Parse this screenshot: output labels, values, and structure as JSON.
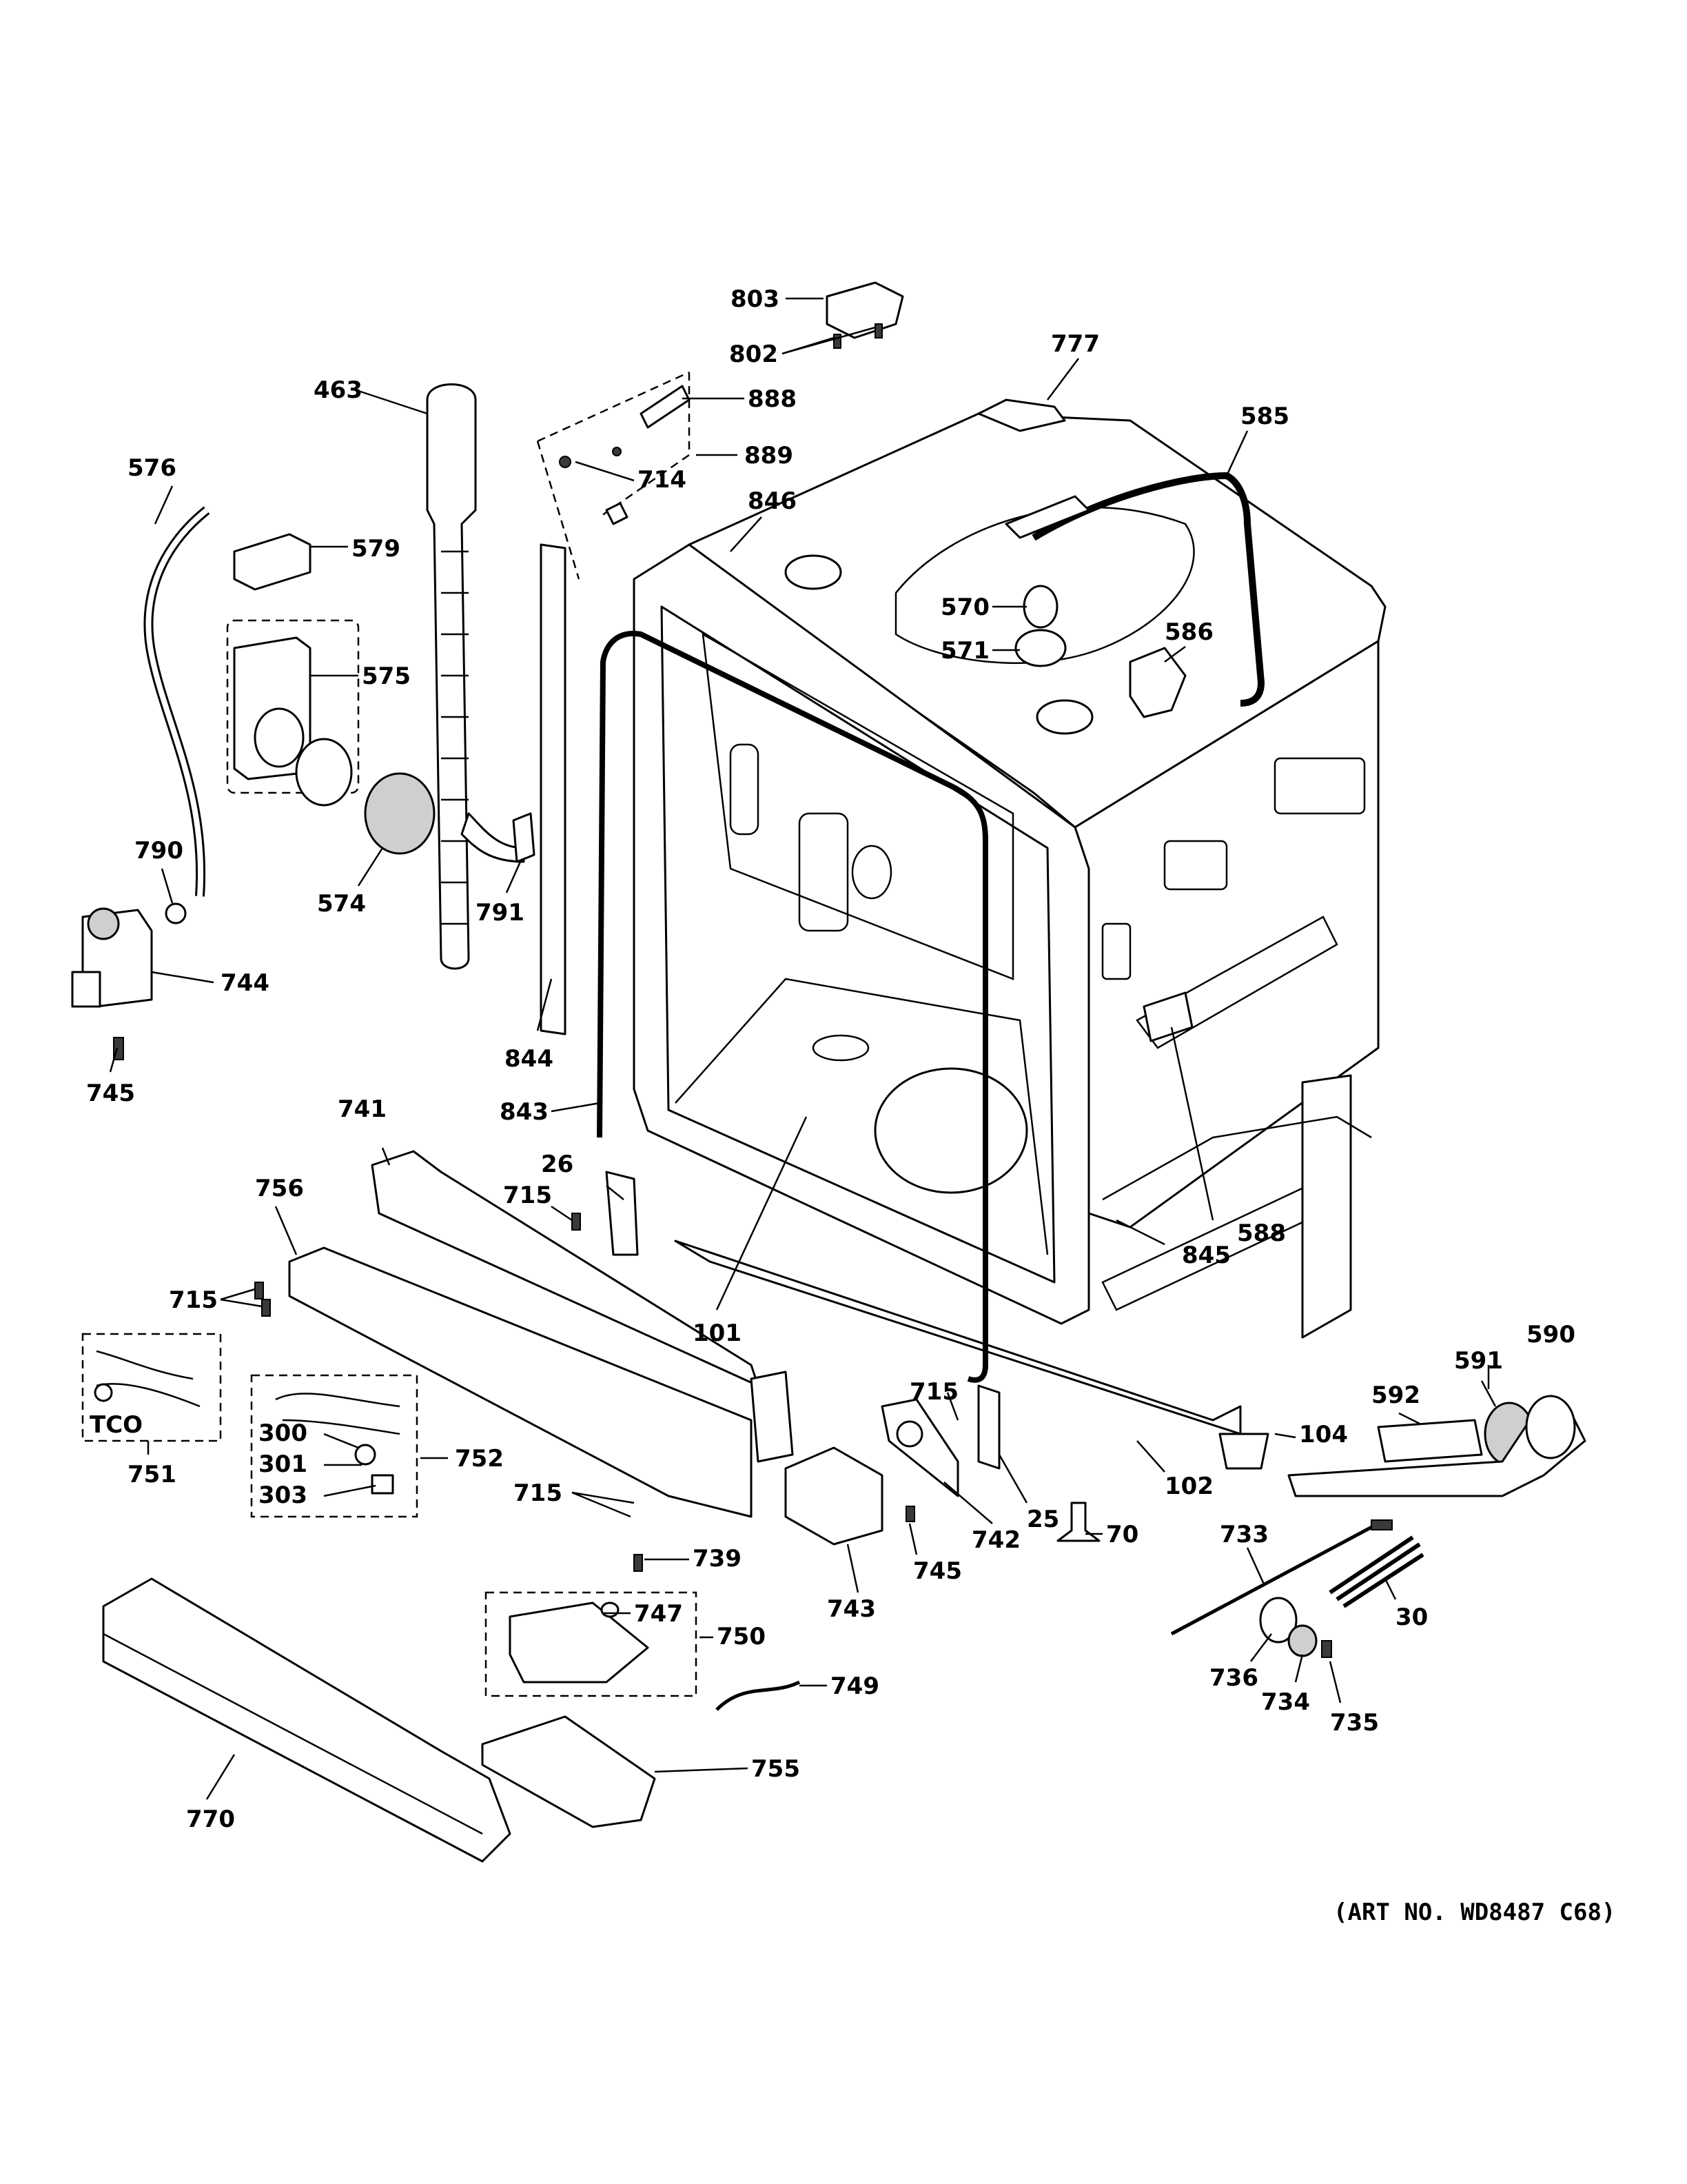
{
  "diagram": {
    "art_number": "(ART NO. WD8487 C68)",
    "callouts": {
      "c803": "803",
      "c802": "802",
      "c777": "777",
      "c463": "463",
      "c888": "888",
      "c889": "889",
      "c714": "714",
      "c585": "585",
      "c576": "576",
      "c579": "579",
      "c846": "846",
      "c570": "570",
      "c571": "571",
      "c586": "586",
      "c575": "575",
      "c790": "790",
      "c574": "574",
      "c791": "791",
      "c744": "744",
      "c745a": "745",
      "c844": "844",
      "c843": "843",
      "c741": "741",
      "c26": "26",
      "c715a": "715",
      "c756": "756",
      "c715b": "715",
      "c588": "588",
      "c845": "845",
      "c101": "101",
      "c590": "590",
      "c591": "591",
      "c592": "592",
      "c751": "751",
      "c tco": "TCO",
      "c300": "300",
      "c301": "301",
      "c303": "303",
      "c752": "752",
      "c715c": "715",
      "c715d": "715",
      "c104": "104",
      "c102": "102",
      "c25": "25",
      "c742": "742",
      "c70": "70",
      "c745b": "745",
      "c743": "743",
      "c733": "733",
      "c739": "739",
      "c747": "747",
      "c750": "750",
      "c30": "30",
      "c736": "736",
      "c734": "734",
      "c735": "735",
      "c749": "749",
      "c755": "755",
      "c770": "770"
    }
  }
}
